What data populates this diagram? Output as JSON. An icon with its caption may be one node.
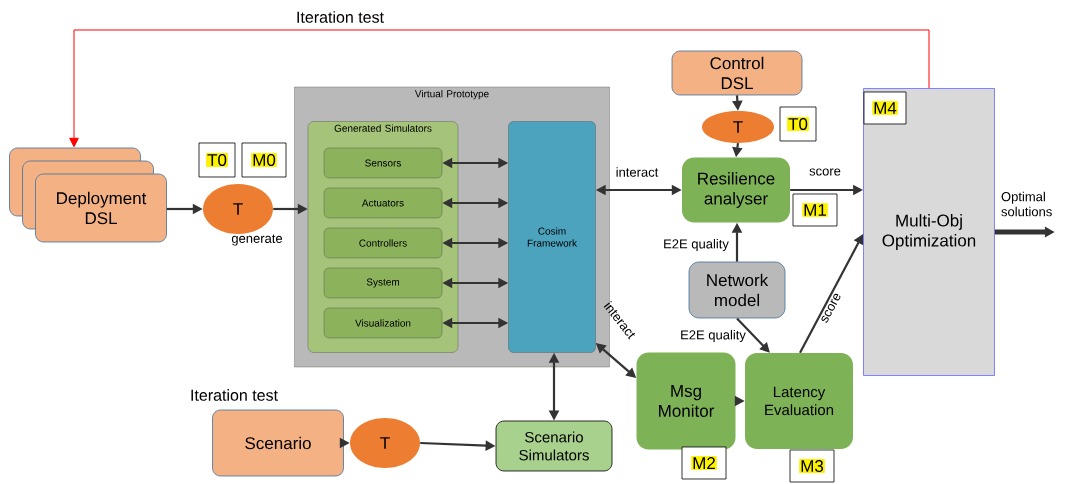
{
  "diagram": {
    "nodes": [
      {
        "text": [
          "Deployment DSL"
        ]
      },
      {
        "text": [
          "T"
        ],
        "beside": [
          "generate"
        ]
      },
      {
        "text": [
          "T0"
        ]
      },
      {
        "text": [
          "M0"
        ]
      },
      {
        "text": [
          "Virtual Prototype"
        ]
      },
      {
        "text": [
          "Generated Simulators"
        ],
        "in": 4
      },
      {
        "text": [
          "Sensors"
        ],
        "in": 5
      },
      {
        "text": [
          "Actuators"
        ],
        "in": 5
      },
      {
        "text": [
          "Controllers"
        ],
        "in": 5
      },
      {
        "text": [
          "System"
        ],
        "in": 5
      },
      {
        "text": [
          "Visualization"
        ],
        "in": 5
      },
      {
        "text": [
          "Cosim Framework"
        ],
        "in": 4
      },
      {
        "text": [
          "Control DSL"
        ]
      },
      {
        "text": [
          "T"
        ]
      },
      {
        "text": [
          "T0"
        ]
      },
      {
        "text": [
          "Resilience analyser"
        ]
      },
      {
        "text": [
          "M1"
        ]
      },
      {
        "text": [
          "Network model"
        ]
      },
      {
        "text": [
          "Msg Monitor"
        ]
      },
      {
        "text": [
          "Latency Evaluation"
        ]
      },
      {
        "text": [
          "M2"
        ]
      },
      {
        "text": [
          "M3"
        ]
      },
      {
        "text": [
          "Multi-Obj Optimization"
        ]
      },
      {
        "text": [
          "M4"
        ],
        "in": 22
      },
      {
        "text": [
          "Scenario"
        ]
      },
      {
        "text": [
          "T"
        ]
      },
      {
        "text": [
          "Scenario Simulators"
        ]
      }
    ],
    "edges": [
      {
        "from": 22,
        "to": 0,
        "arrow": "to",
        "label": "Iteration test",
        "color": "#ff0000"
      },
      {
        "from": 0,
        "to": 1,
        "arrow": "to"
      },
      {
        "from": 1,
        "to": 5,
        "arrow": "to"
      },
      {
        "from": 6,
        "to": 11,
        "arrow": "both"
      },
      {
        "from": 7,
        "to": 11,
        "arrow": "both"
      },
      {
        "from": 8,
        "to": 11,
        "arrow": "both"
      },
      {
        "from": 9,
        "to": 11,
        "arrow": "both"
      },
      {
        "from": 10,
        "to": 11,
        "arrow": "both"
      },
      {
        "from": 15,
        "to": 11,
        "arrow": "both",
        "label": "interact"
      },
      {
        "from": 18,
        "to": 11,
        "arrow": "both",
        "label": "interact"
      },
      {
        "from": 26,
        "to": 11,
        "arrow": "both"
      },
      {
        "from": 12,
        "to": 13,
        "arrow": "to"
      },
      {
        "from": 13,
        "to": 15,
        "arrow": "to"
      },
      {
        "from": 17,
        "to": 15,
        "arrow": "to",
        "label": "E2E quality"
      },
      {
        "from": 17,
        "to": 19,
        "arrow": "to",
        "label": "E2E quality"
      },
      {
        "from": 15,
        "to": 22,
        "arrow": "to",
        "label": "score"
      },
      {
        "from": 19,
        "to": 22,
        "arrow": "to",
        "label": "score"
      },
      {
        "from": 18,
        "to": 19,
        "arrow": "to"
      },
      {
        "from": 22,
        "to": null,
        "arrow": "to",
        "label": "Optimal solutions",
        "style": "thick"
      },
      {
        "from": 24,
        "to": 25,
        "arrow": "to"
      },
      {
        "from": 25,
        "to": 26,
        "arrow": "to"
      }
    ],
    "labels": [
      "Iteration test"
    ]
  }
}
